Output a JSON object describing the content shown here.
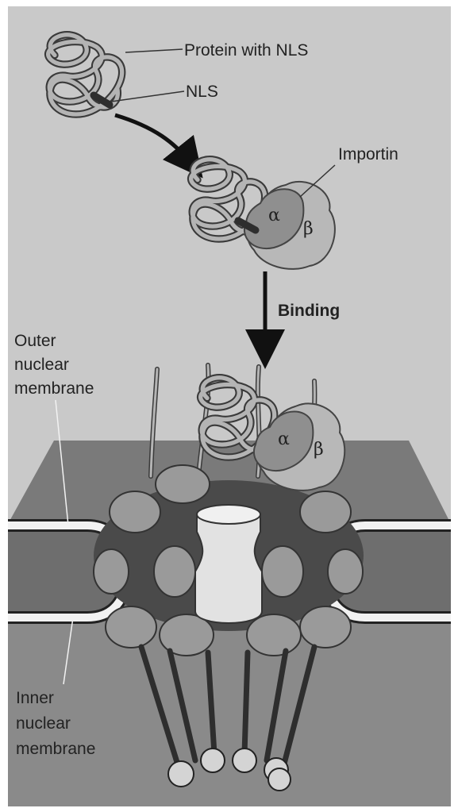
{
  "labels": {
    "protein": "Protein with NLS",
    "nls": "NLS",
    "importin": "Importin",
    "binding": "Binding",
    "outer_membrane": [
      "Outer",
      "nuclear",
      "membrane"
    ],
    "inner_membrane": [
      "Inner",
      "nuclear",
      "membrane"
    ],
    "alpha": "α",
    "beta": "β"
  },
  "colors": {
    "background": "#c9c9c9",
    "frame": "#ffffff",
    "membrane_plane": "#7a7a7a",
    "membrane_dark": "#5a5a5a",
    "protein_coil": "#9a9a9a",
    "importin_alpha": "#8f8f8f",
    "importin_beta": "#b8b8b8",
    "pore_light": "#e2e2e2",
    "pore_mid": "#a6a6a6"
  }
}
